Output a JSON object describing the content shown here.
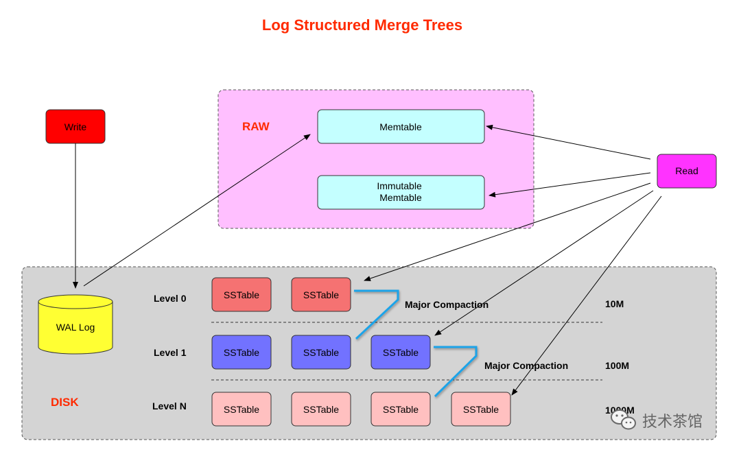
{
  "title": "Log Structured Merge Trees",
  "write_label": "Write",
  "read_label": "Read",
  "raw_label": "RAW",
  "disk_label": "DISK",
  "memtable_label": "Memtable",
  "immutable_memtable_label": [
    "Immutable",
    "Memtable"
  ],
  "wal_label": "WAL Log",
  "levels": [
    {
      "label": "Level 0",
      "size": "10M",
      "sstables": [
        "SSTable",
        "SSTable"
      ]
    },
    {
      "label": "Level 1",
      "size": "100M",
      "sstables": [
        "SSTable",
        "SSTable",
        "SSTable"
      ]
    },
    {
      "label": "Level N",
      "size": "1000M",
      "sstables": [
        "SSTable",
        "SSTable",
        "SSTable",
        "SSTable"
      ]
    }
  ],
  "compaction_labels": [
    "Major Compaction",
    "Major Compaction"
  ],
  "watermark": "技术茶馆",
  "colors": {
    "title": "#ff2a00",
    "raw_fill": "#ffbfff",
    "disk_fill": "#d4d4d4",
    "write_fill": "#ff0000",
    "read_fill": "#ff33ff",
    "memtable_fill": "#c4ffff",
    "wal_fill": "#ffff33",
    "level0_fill": "#f57272",
    "level1_fill": "#7272ff",
    "levelN_fill": "#ffc0c0",
    "compaction_line": "#1aa3e8",
    "zone_label": "#ff2a00"
  }
}
